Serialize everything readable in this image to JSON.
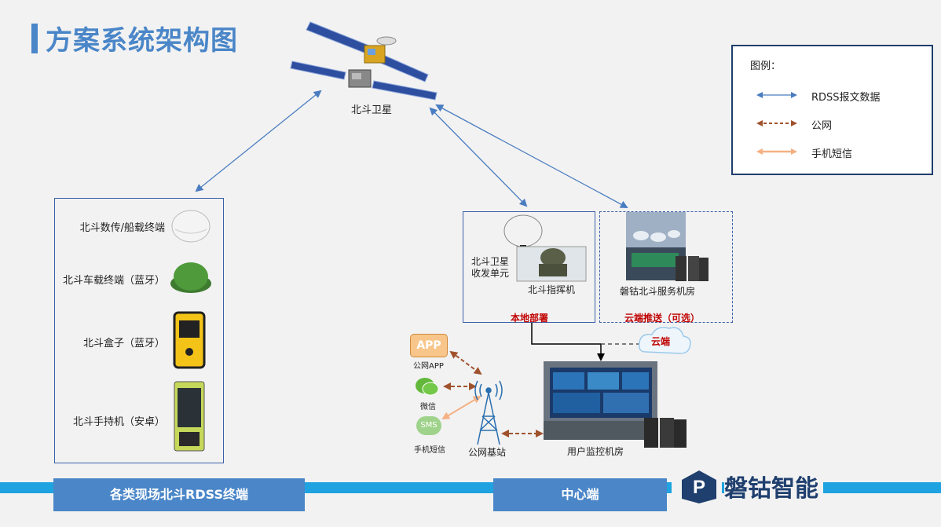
{
  "title": "方案系统架构图",
  "satellite": {
    "label": "北斗卫星"
  },
  "legend": {
    "title": "图例：",
    "items": [
      {
        "label": "RDSS报文数据",
        "color": "#4a7cc0",
        "style": "solid"
      },
      {
        "label": "公网",
        "color": "#a0522d",
        "style": "dashed"
      },
      {
        "label": "手机短信",
        "color": "#f4b183",
        "style": "solid"
      }
    ]
  },
  "terminals": {
    "items": [
      {
        "label": "北斗数传/船载终端"
      },
      {
        "label": "北斗车载终端（蓝牙）"
      },
      {
        "label": "北斗盒子（蓝牙）"
      },
      {
        "label": "北斗手持机（安卓）"
      }
    ],
    "footer": "各类现场北斗RDSS终端"
  },
  "local": {
    "transceiver": "北斗卫星\n收发单元",
    "transceiver_line1": "北斗卫星",
    "transceiver_line2": "收发单元",
    "commander": "北斗指挥机",
    "tag": "本地部署"
  },
  "cloud_deploy": {
    "room": "磐钴北斗服务机房",
    "tag": "云端推送（可选）",
    "cloud_label": "云端"
  },
  "public": {
    "app_badge": "APP",
    "app": "公网APP",
    "wechat": "微信",
    "sms_badge": "SMS",
    "sms": "手机短信",
    "base_station": "公网基站"
  },
  "center": {
    "room": "用户监控机房",
    "footer": "中心端"
  },
  "brand": {
    "name": "磐钴智能",
    "logo_letter": "P"
  },
  "colors": {
    "accent": "#4a86c8",
    "rdss": "#4a7cc0",
    "public": "#a0522d",
    "sms": "#f4b183",
    "red": "#c00000",
    "bar": "#1fa3e0"
  }
}
